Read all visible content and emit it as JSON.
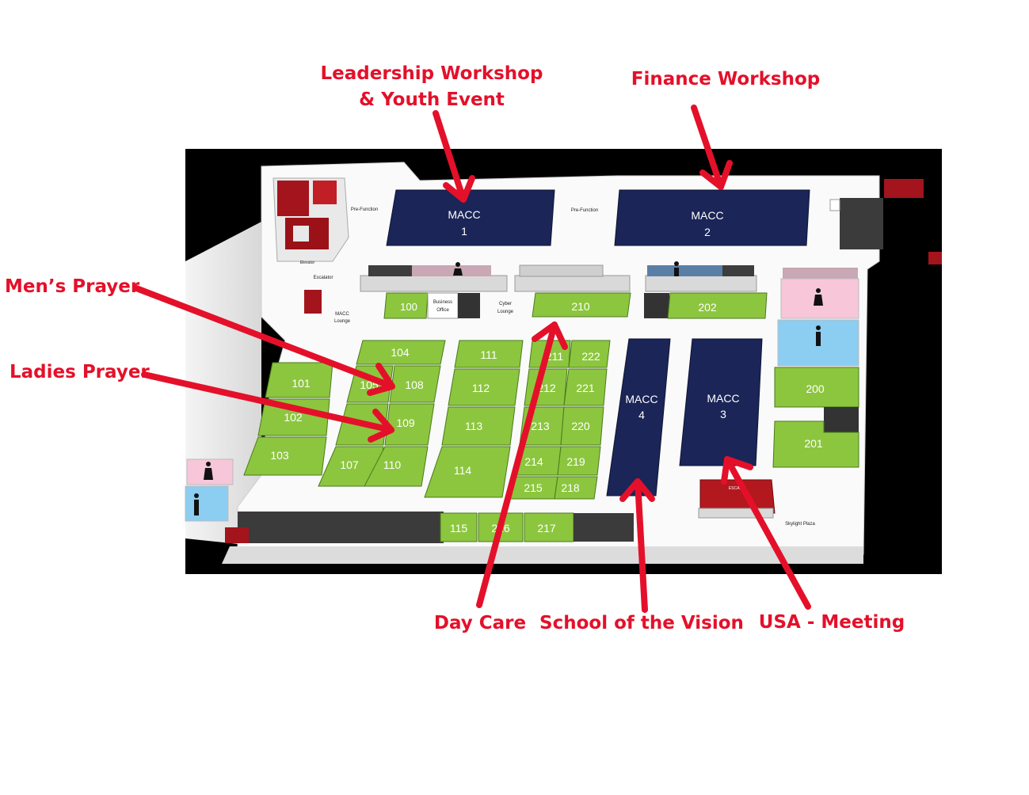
{
  "callouts": {
    "leadership_line1": "Leadership Workshop",
    "leadership_line2": "& Youth Event",
    "finance": "Finance Workshop",
    "mens_prayer": "Men’s Prayer",
    "ladies_prayer": "Ladies Prayer",
    "day_care": "Day Care",
    "school_vision": "School of the Vision",
    "usa_meeting": "USA - Meeting"
  },
  "map": {
    "halls": {
      "macc1": [
        "MACC",
        "1"
      ],
      "macc2": [
        "MACC",
        "2"
      ],
      "macc3": [
        "MACC",
        "3"
      ],
      "macc4": [
        "MACC",
        "4"
      ]
    },
    "areas": {
      "prefunction_left": "Pre-Function",
      "prefunction_mid": "Pre-Function",
      "elevator": "Elevator",
      "escalator": "Escalator",
      "macc_lounge": [
        "MACC",
        "Lounge"
      ],
      "business_office": [
        "Business",
        "Office"
      ],
      "cyber_lounge": [
        "Cyber",
        "Lounge"
      ],
      "skylight_plaza": "Skylight Plaza",
      "escal_right": "ESCAL"
    },
    "rooms": {
      "r100": "100",
      "r101": "101",
      "r102": "102",
      "r103": "103",
      "r104": "104",
      "r105": "105",
      "r108": "108",
      "r109": "109",
      "r107": "107",
      "r110": "110",
      "r111": "111",
      "r112": "112",
      "r113": "113",
      "r114": "114",
      "r115": "115",
      "r216": "216",
      "r217": "217",
      "r210": "210",
      "r202": "202",
      "r200": "200",
      "r201": "201",
      "r211": "211",
      "r222": "222",
      "r212": "212",
      "r221": "221",
      "r213": "213",
      "r220": "220",
      "r214": "214",
      "r219": "219",
      "r215": "215",
      "r218": "218"
    }
  },
  "colors": {
    "accent_red": "#e4102a",
    "room_green": "#8cc63f",
    "hall_navy": "#1b2557",
    "background_black": "#000000",
    "restroom_pink": "#f7c6d9",
    "restroom_blue": "#8ccdf2",
    "stair_red": "#b3181e"
  },
  "icons": [
    "women-restroom-icon",
    "men-restroom-icon",
    "arrow-icon"
  ]
}
